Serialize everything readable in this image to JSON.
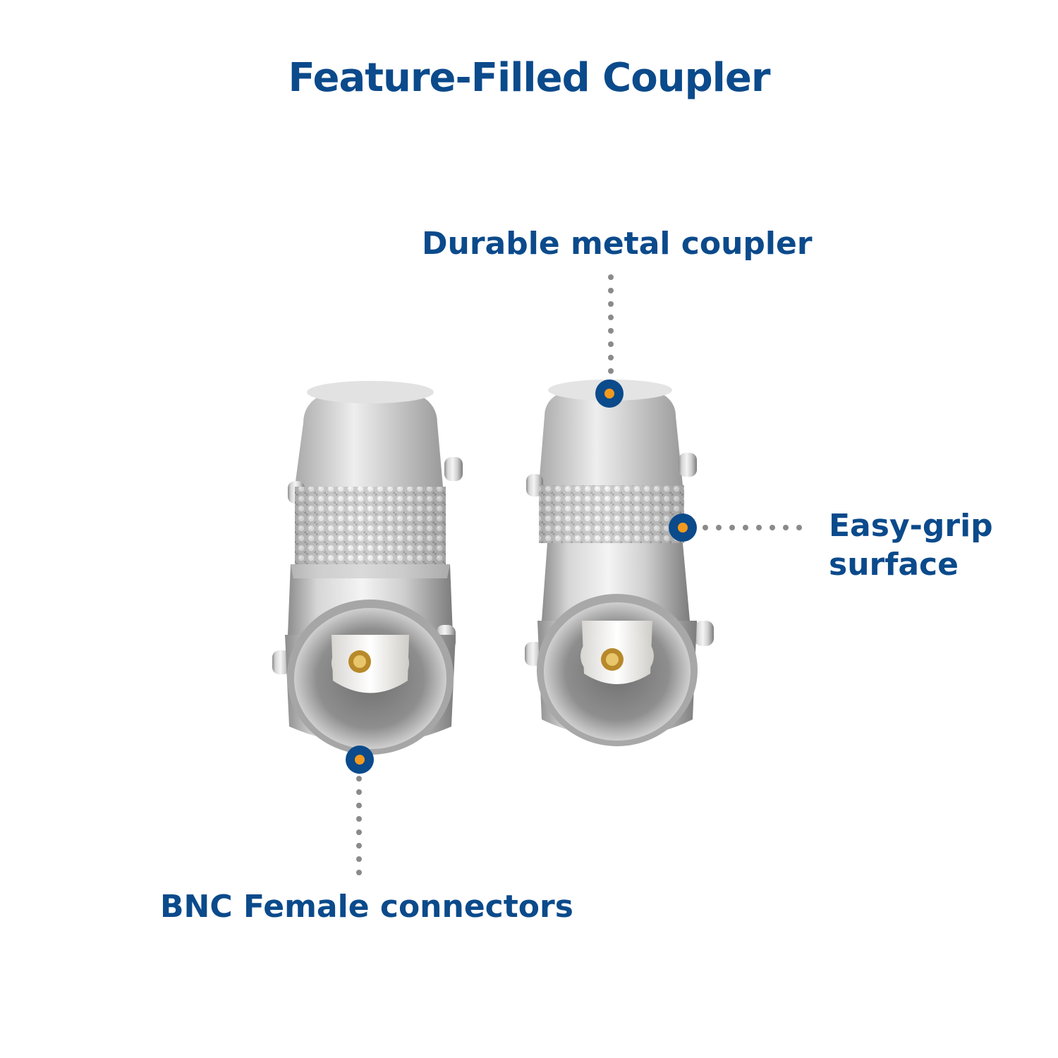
{
  "title": "Feature-Filled Coupler",
  "callouts": {
    "durable": {
      "text": "Durable metal coupler",
      "icon": "callout-dot-icon"
    },
    "grip": {
      "line1": "Easy-grip",
      "line2": "surface",
      "icon": "callout-dot-icon"
    },
    "bnc": {
      "text": "BNC Female connectors",
      "icon": "callout-dot-icon"
    }
  },
  "colors": {
    "accent_blue": "#0b4a8b",
    "dot_orange": "#f39a1e",
    "leader_gray": "#8a8a8a"
  }
}
